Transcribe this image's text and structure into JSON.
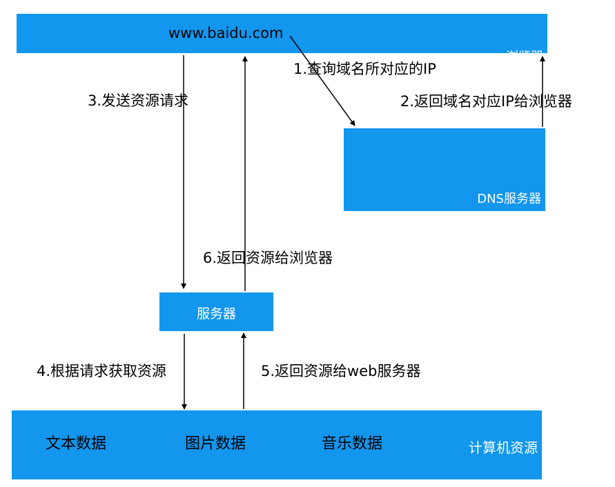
{
  "browser": {
    "url": "www.baidu.com",
    "name": "浏览器"
  },
  "dns": {
    "name": "DNS服务器"
  },
  "server": {
    "name": "服务器"
  },
  "resources": {
    "items": [
      "文本数据",
      "图片数据",
      "音乐数据"
    ],
    "name": "计算机资源"
  },
  "steps": [
    "1.查询域名所对应的IP",
    "2.返回域名对应IP给浏览器",
    "3.发送资源请求",
    "4.根据请求获取资源",
    "5.返回资源给web服务器",
    "6.返回资源给浏览器"
  ],
  "colors": {
    "box_fill": "#1296ee",
    "box_text": "#ffffff",
    "label_text": "#000000"
  }
}
